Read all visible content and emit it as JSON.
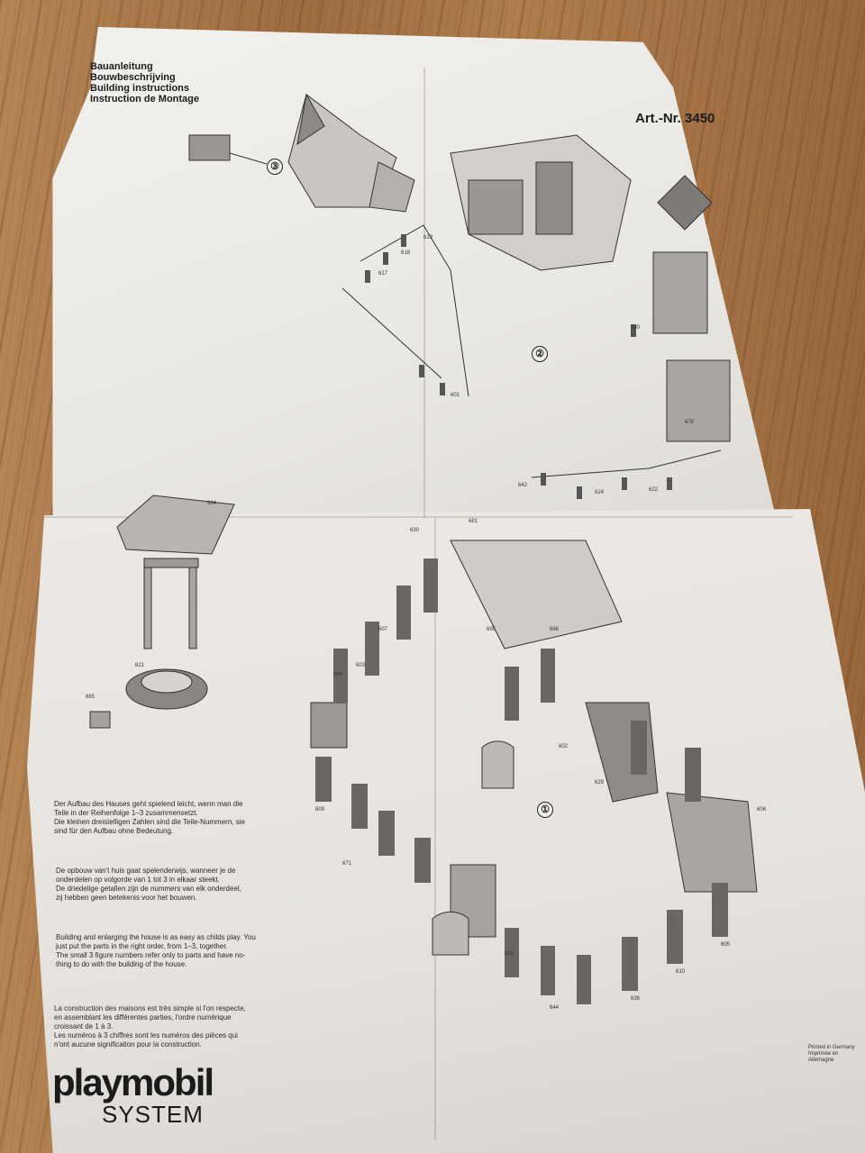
{
  "sheet": {
    "titles": [
      "Bauanleitung",
      "Bouwbeschrijving",
      "Building instructions",
      "Instruction de Montage"
    ],
    "article": "Art.-Nr. 3450",
    "steps": [
      "①",
      "②",
      "③"
    ],
    "text_de": [
      "Der Aufbau des Hauses geht spielend leicht, wenn man die",
      "Teile in der Reihenfolge 1–3 zusammensetzt.",
      "Die kleinen dreistelligen Zahlen sind die Teile-Nummern, sie",
      "sind für den Aufbau ohne Bedeutung."
    ],
    "text_nl": [
      "De opbouw van't huis gaat spelenderwijs, wanneer je de",
      "onderdelen op volgorde van 1 tot 3 in elkaar steekt.",
      "De driedelige getallen zijn de nummers van elk onderdeel,",
      "zij hebben geen betekenis voor het bouwen."
    ],
    "text_en": [
      "Building and enlarging the house is as easy as childs play. You",
      "just put the parts in the right order, from 1–3, together.",
      "The small 3 figure numbers refer only to parts and have no-",
      "thing to do with the building of the house."
    ],
    "text_fr": [
      "La construction des maisons est très simple si l'on respecte,",
      "en assemblant les différentes parties, l'ordre numérique",
      "croissant de 1 à 3.",
      "Les numéros à 3 chiffres sont les numéros des pièces qui",
      "n'ont aucune signification pour la construction."
    ],
    "brand": "playmobil",
    "system": "SYSTEM",
    "printed": [
      "Printed in Germany",
      "Imprimée en Allemagne"
    ],
    "part_labels": [
      "617",
      "618",
      "619",
      "601",
      "642",
      "624",
      "622",
      "680",
      "678",
      "681",
      "695",
      "666",
      "668",
      "603",
      "607",
      "609",
      "671",
      "628",
      "644",
      "636",
      "610",
      "605",
      "606",
      "602",
      "629",
      "630",
      "621",
      "665",
      "604"
    ],
    "colors": {
      "paper": "#ebe8e4",
      "ink": "#1c1c1c",
      "table": "#a8784a"
    }
  }
}
